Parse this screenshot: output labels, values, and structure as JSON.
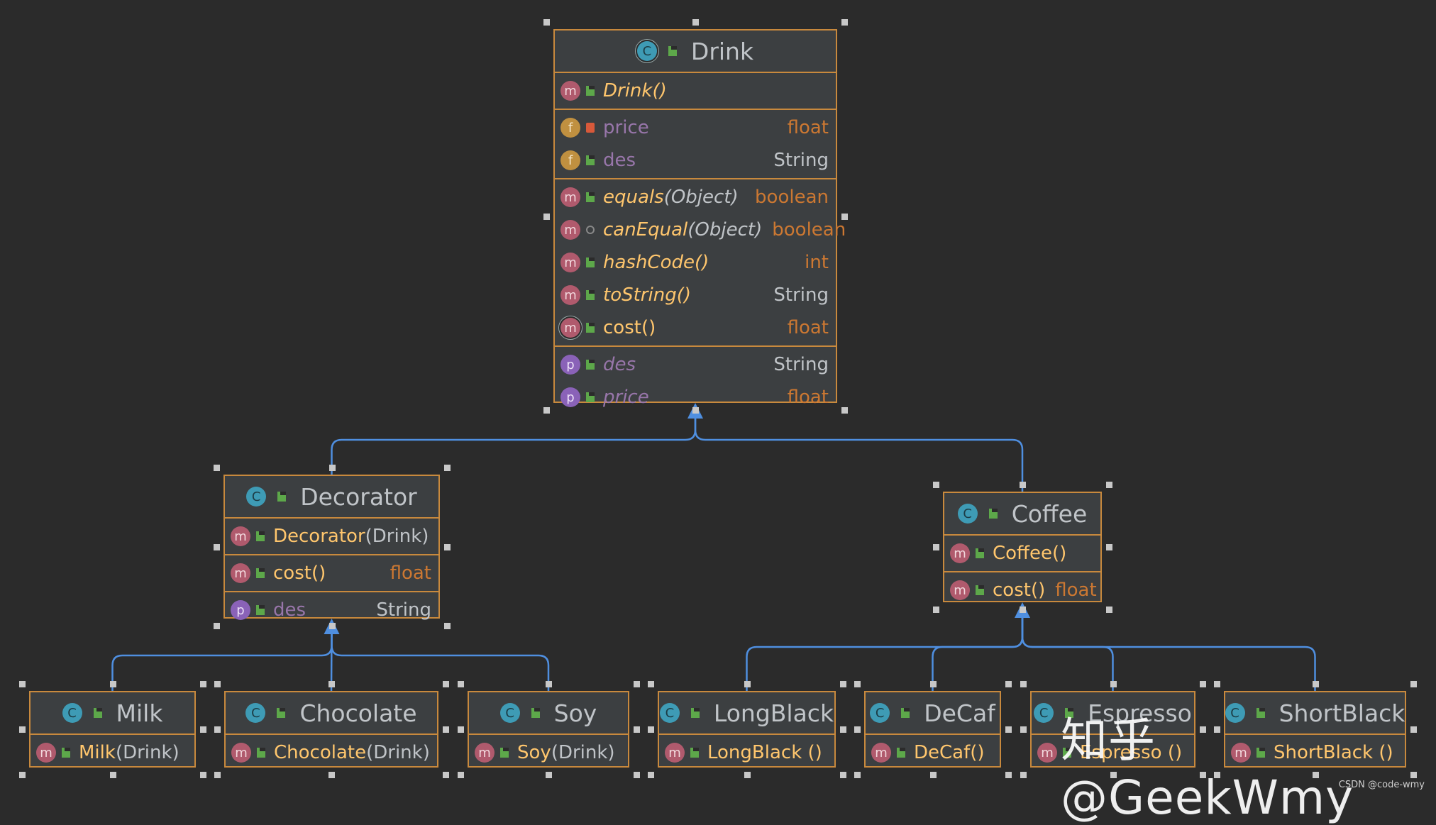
{
  "classes": {
    "drink": {
      "name": "Drink",
      "constructor": "Drink()",
      "fields": [
        {
          "name": "price",
          "type": "float"
        },
        {
          "name": "des",
          "type": "String"
        }
      ],
      "methods": [
        {
          "name": "equals",
          "params": "(Object)",
          "type": "boolean"
        },
        {
          "name": "canEqual",
          "params": "(Object)",
          "type": "boolean"
        },
        {
          "name": "hashCode",
          "params": "()",
          "type": "int"
        },
        {
          "name": "toString",
          "params": "()",
          "type": "String"
        },
        {
          "name": "cost",
          "params": "()",
          "type": "float"
        }
      ],
      "properties": [
        {
          "name": "des",
          "type": "String"
        },
        {
          "name": "price",
          "type": "float"
        }
      ]
    },
    "decorator": {
      "name": "Decorator",
      "constructor": "Decorator",
      "constructor_params": "(Drink)",
      "method": {
        "name": "cost()",
        "type": "float"
      },
      "property": {
        "name": "des",
        "type": "String"
      }
    },
    "coffee": {
      "name": "Coffee",
      "constructor": "Coffee()",
      "method": {
        "name": "cost()",
        "type": "float"
      }
    },
    "milk": {
      "name": "Milk",
      "constructor": "Milk",
      "params": "(Drink)"
    },
    "chocolate": {
      "name": "Chocolate",
      "constructor": "Chocolate",
      "params": "(Drink)"
    },
    "soy": {
      "name": "Soy",
      "constructor": "Soy",
      "params": "(Drink)"
    },
    "longblack": {
      "name": "LongBlack",
      "constructor": "LongBlack ()"
    },
    "decaf": {
      "name": "DeCaf",
      "constructor": "DeCaf()"
    },
    "espresso": {
      "name": "Espresso",
      "constructor": "Espresso ()"
    },
    "shortblack": {
      "name": "ShortBlack",
      "constructor": "ShortBlack ()"
    }
  },
  "icons": {
    "class": "C",
    "method": "m",
    "field": "f",
    "property": "p"
  },
  "watermark": "知乎 @GeekWmy",
  "credit": "CSDN @code-wmy",
  "colors": {
    "background": "#2b2b2b",
    "node_fill": "#3c3f41",
    "node_border": "#c8893d",
    "edge": "#4f8fe0",
    "type_orange": "#cc7832",
    "constructor_yellow": "#ffc66d",
    "field_purple": "#9876aa"
  }
}
